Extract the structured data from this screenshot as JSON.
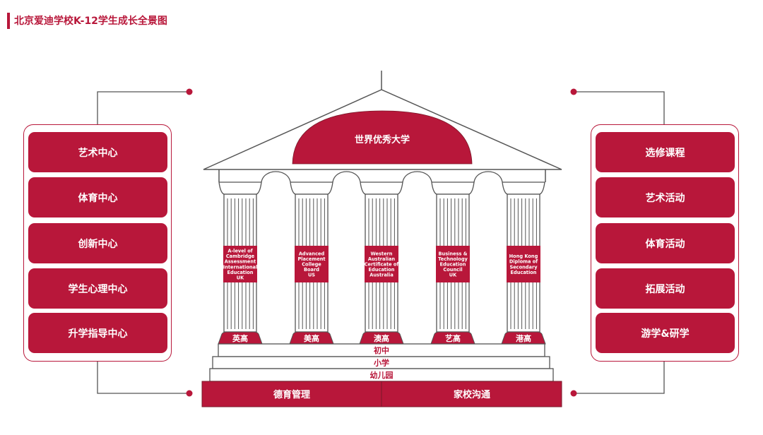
{
  "title": "北京爱迪学校K-12学生成长全景图",
  "colors": {
    "accent": "#b8173a",
    "line": "#555555"
  },
  "left_panel": [
    "艺术中心",
    "体育中心",
    "创新中心",
    "学生心理中心",
    "升学指导中心"
  ],
  "right_panel": [
    "选修课程",
    "艺术活动",
    "体育活动",
    "拓展活动",
    "游学&研学"
  ],
  "roof": "世界优秀大学",
  "columns": [
    {
      "lines": [
        "A-level of",
        "Cambridge",
        "Assessment",
        "International",
        "Education",
        "UK"
      ],
      "base": "英高"
    },
    {
      "lines": [
        "Advanced",
        "Placement",
        "College",
        "Board",
        "US"
      ],
      "base": "美高"
    },
    {
      "lines": [
        "Western",
        "Australian",
        "Certificate of",
        "Education",
        "Australia"
      ],
      "base": "澳高"
    },
    {
      "lines": [
        "Business &",
        "Technology",
        "Education",
        "Council",
        "UK"
      ],
      "base": "艺高"
    },
    {
      "lines": [
        "Hong Kong",
        "Diploma of",
        "Secondary",
        "Education"
      ],
      "base": "港高"
    }
  ],
  "steps": [
    "初中",
    "小学",
    "幼儿园"
  ],
  "foundation": [
    "德育管理",
    "家校沟通"
  ]
}
